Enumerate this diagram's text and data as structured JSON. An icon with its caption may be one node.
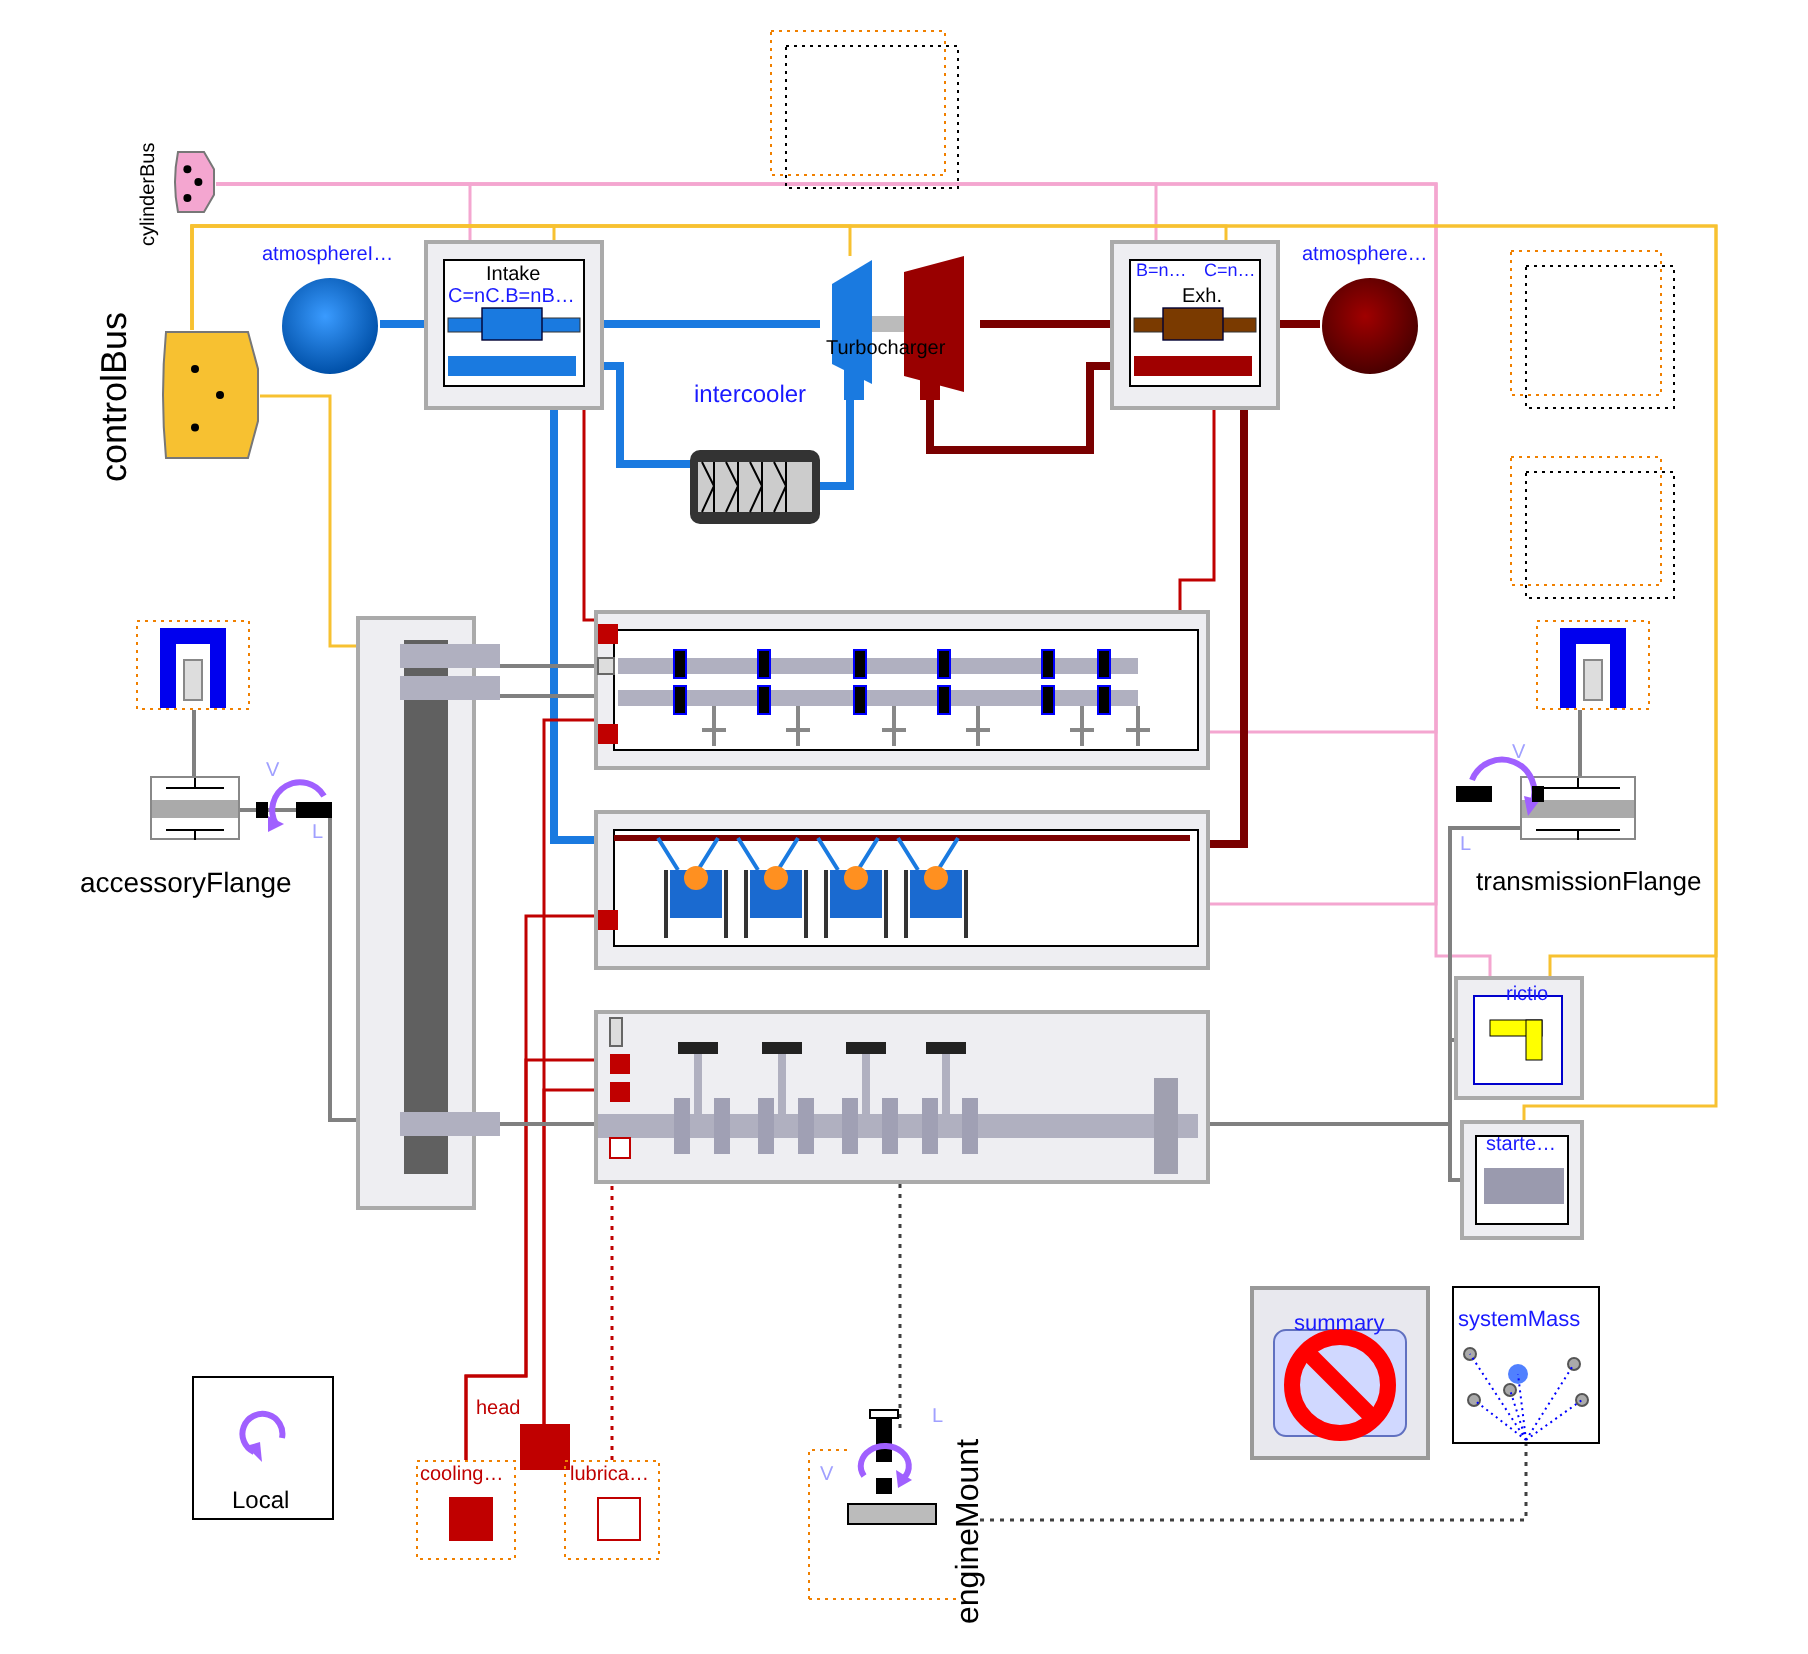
{
  "diagram": {
    "nodes": [
      {
        "text": [
          "cylinderBus"
        ]
      },
      {
        "text": [
          "controlBus"
        ]
      },
      {
        "text": [
          "atmosphereI…"
        ]
      },
      {
        "text": [
          "Intake",
          "C=nC.B=nB…"
        ]
      },
      {
        "text": [
          "Turbocharger"
        ]
      },
      {
        "text": [
          "intercooler"
        ]
      },
      {
        "text": [
          "B=n…",
          "C=n…",
          "Exh."
        ]
      },
      {
        "text": [
          "atmosphere…"
        ]
      },
      {
        "text": [],
        "shape": "box"
      },
      {
        "text": [],
        "shape": "box"
      },
      {
        "text": [],
        "shape": "box"
      },
      {
        "text": [],
        "shape": "picture"
      },
      {
        "text": [
          "accessoryFlange"
        ]
      },
      {
        "text": [],
        "shape": "picture"
      },
      {
        "text": [],
        "shape": "picture"
      },
      {
        "text": [],
        "shape": "picture"
      },
      {
        "text": [],
        "shape": "picture"
      },
      {
        "text": [],
        "shape": "picture"
      },
      {
        "text": [
          "transmissionFlange"
        ]
      },
      {
        "text": [
          "rictio"
        ]
      },
      {
        "text": [
          "starte…"
        ]
      },
      {
        "text": [
          "summary"
        ]
      },
      {
        "text": [
          "systemMass"
        ]
      },
      {
        "text": [
          "Local"
        ]
      },
      {
        "text": [
          "head"
        ]
      },
      {
        "text": [
          "cooling…"
        ]
      },
      {
        "text": [
          "lubrica…"
        ]
      },
      {
        "text": [
          "engineMount"
        ]
      }
    ],
    "edges": [
      {
        "from": 0,
        "to": 3,
        "arrow": "none",
        "color": "#f4a6d0"
      },
      {
        "from": 0,
        "to": 6,
        "arrow": "none",
        "color": "#f4a6d0"
      },
      {
        "from": 0,
        "to": 14,
        "arrow": "none",
        "color": "#f4a6d0"
      },
      {
        "from": 0,
        "to": 15,
        "arrow": "none",
        "color": "#f4a6d0"
      },
      {
        "from": 0,
        "to": 19,
        "arrow": "none",
        "color": "#f4a6d0"
      },
      {
        "from": 1,
        "to": 3,
        "arrow": "none",
        "color": "#f7c131"
      },
      {
        "from": 1,
        "to": 4,
        "arrow": "none",
        "color": "#f7c131"
      },
      {
        "from": 1,
        "to": 6,
        "arrow": "none",
        "color": "#f7c131"
      },
      {
        "from": 1,
        "to": 19,
        "arrow": "none",
        "color": "#f7c131"
      },
      {
        "from": 1,
        "to": 20,
        "arrow": "none",
        "color": "#f7c131"
      },
      {
        "from": 1,
        "to": 13,
        "arrow": "none",
        "color": "#f7c131"
      },
      {
        "from": 2,
        "to": 3,
        "arrow": "none",
        "style": "thick",
        "color": "#1a7ae0"
      },
      {
        "from": 3,
        "to": 4,
        "arrow": "none",
        "style": "thick",
        "color": "#1a7ae0"
      },
      {
        "from": 3,
        "to": 5,
        "arrow": "none",
        "style": "thick",
        "color": "#1a7ae0"
      },
      {
        "from": 5,
        "to": 4,
        "arrow": "none",
        "style": "thick",
        "color": "#1a7ae0"
      },
      {
        "from": 3,
        "to": 15,
        "arrow": "none",
        "style": "thick",
        "color": "#1a7ae0"
      },
      {
        "from": 4,
        "to": 6,
        "arrow": "none",
        "style": "thick",
        "color": "#7a0000"
      },
      {
        "from": 4,
        "to": 6,
        "arrow": "none",
        "style": "thick",
        "color": "#7a0000"
      },
      {
        "from": 6,
        "to": 7,
        "arrow": "none",
        "style": "thick",
        "color": "#7a0000"
      },
      {
        "from": 6,
        "to": 15,
        "arrow": "none",
        "style": "thick",
        "color": "#7a0000"
      },
      {
        "from": 3,
        "to": 14,
        "arrow": "none",
        "color": "#c00000"
      },
      {
        "from": 6,
        "to": 14,
        "arrow": "none",
        "color": "#c00000"
      },
      {
        "from": 24,
        "to": 14,
        "arrow": "none",
        "color": "#c00000"
      },
      {
        "from": 24,
        "to": 16,
        "arrow": "none",
        "color": "#c00000"
      },
      {
        "from": 25,
        "to": 15,
        "arrow": "none",
        "color": "#c00000"
      },
      {
        "from": 25,
        "to": 16,
        "arrow": "none",
        "color": "#c00000"
      },
      {
        "from": 26,
        "to": 16,
        "arrow": "none",
        "style": "dashed",
        "color": "#c00000"
      },
      {
        "from": 11,
        "to": 12,
        "arrow": "none"
      },
      {
        "from": 12,
        "to": 13,
        "arrow": "none"
      },
      {
        "from": 13,
        "to": 14,
        "arrow": "none"
      },
      {
        "from": 13,
        "to": 14,
        "arrow": "none"
      },
      {
        "from": 13,
        "to": 16,
        "arrow": "none"
      },
      {
        "from": 16,
        "to": 19,
        "arrow": "none"
      },
      {
        "from": 16,
        "to": 20,
        "arrow": "none"
      },
      {
        "from": 17,
        "to": 18,
        "arrow": "none"
      },
      {
        "from": 18,
        "to": 19,
        "arrow": "none"
      },
      {
        "from": 16,
        "to": 27,
        "arrow": "none",
        "style": "dashed",
        "color": "#404040"
      },
      {
        "from": 27,
        "to": 22,
        "arrow": "none",
        "style": "dashed",
        "color": "#404040"
      }
    ],
    "labels": [
      "V",
      "L",
      "V",
      "L",
      "V",
      "L"
    ]
  }
}
